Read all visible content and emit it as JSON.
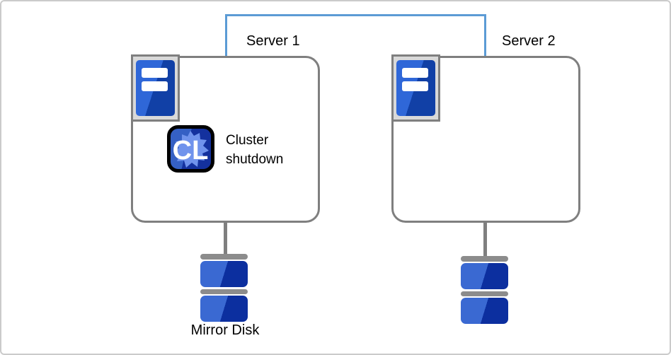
{
  "diagram": {
    "server1": {
      "label": "Server 1",
      "status_label": "Cluster shutdown",
      "badge_text": "CL"
    },
    "server2": {
      "label": "Server 2"
    },
    "storage": {
      "mirror_disk_label": "Mirror Disk"
    },
    "colors": {
      "interconnect_blue": "#5B9BD5",
      "outline_gray": "#7F7F7F",
      "server_icon_frame_gray": "#D9D9D9",
      "server_icon_blue_light": "#2F67D8",
      "server_icon_blue_dark": "#1140A6",
      "cl_badge_blue_light": "#3560C4",
      "cl_badge_blue_dark": "#14319E",
      "cl_badge_splash_blue": "#7093EC",
      "disk_blue_light": "#3A69D2",
      "disk_blue_dark": "#0C2F9F",
      "disk_cap_gray": "#8C8C8C"
    }
  }
}
